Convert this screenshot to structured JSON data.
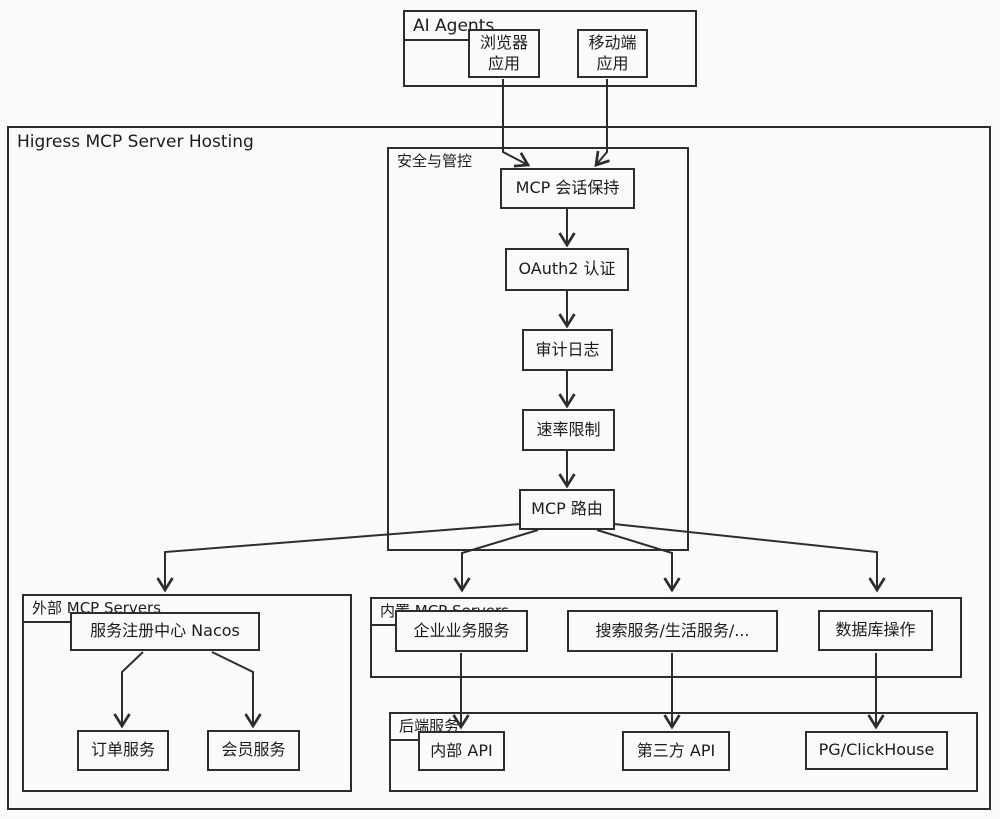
{
  "colors": {
    "stroke": "#2d2d2d",
    "background": "#fafafa",
    "text": "#1c1c1c"
  },
  "ai_agents": {
    "label": "AI Agents",
    "browser_app": "浏览器\n应用",
    "mobile_app": "移动端\n应用"
  },
  "higress": {
    "label": "Higress MCP Server Hosting"
  },
  "security": {
    "label": "安全与管控",
    "session": "MCP 会话保持",
    "oauth": "OAuth2 认证",
    "audit": "审计日志",
    "rate_limit": "速率限制",
    "route": "MCP 路由"
  },
  "external": {
    "label": "外部 MCP Servers",
    "nacos": "服务注册中心 Nacos",
    "order": "订单服务",
    "member": "会员服务"
  },
  "builtin": {
    "label": "内置 MCP Servers",
    "enterprise": "企业业务服务",
    "search": "搜索服务/生活服务/...",
    "database": "数据库操作"
  },
  "backend": {
    "label": "后端服务",
    "internal_api": "内部 API",
    "third_party_api": "第三方 API",
    "pg_clickhouse": "PG/ClickHouse"
  }
}
